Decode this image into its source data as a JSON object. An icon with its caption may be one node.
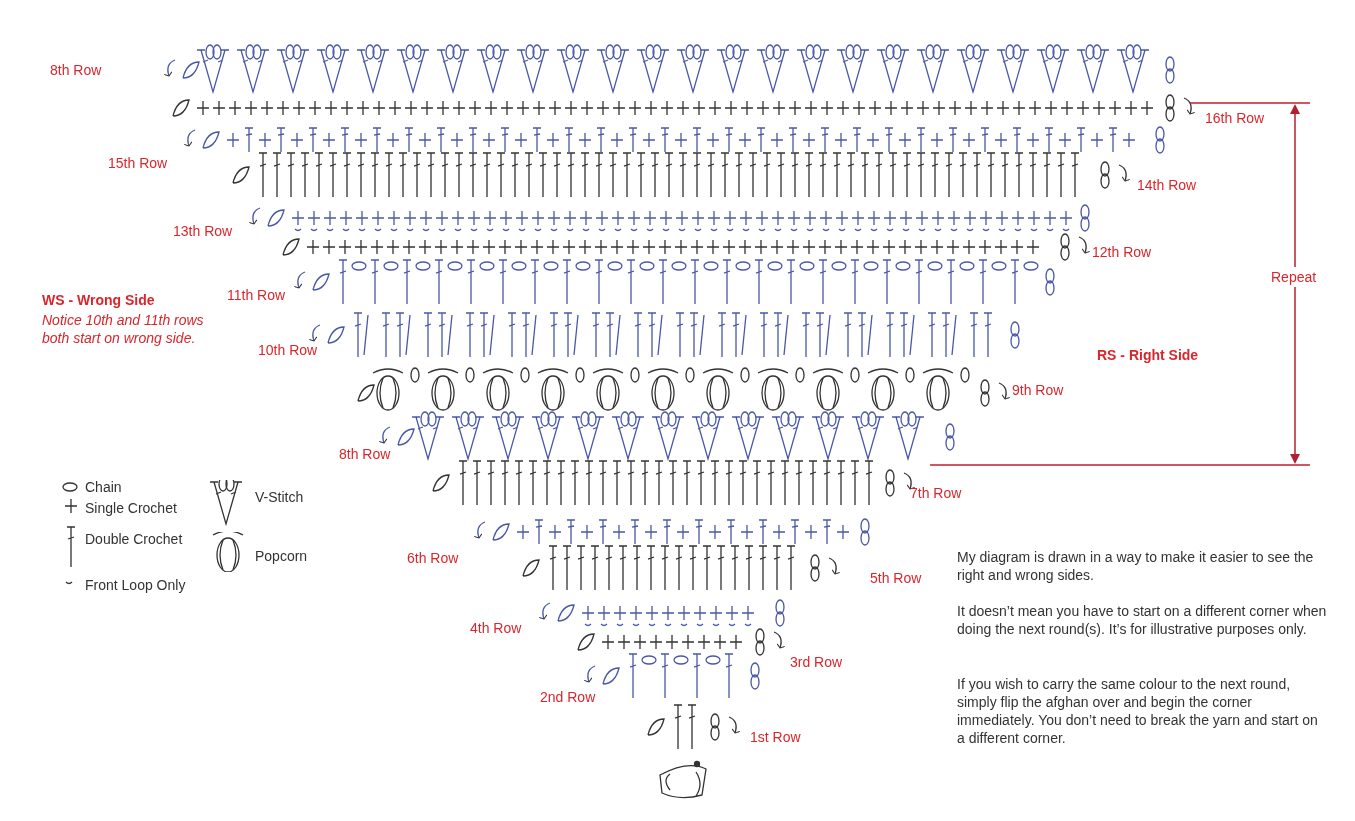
{
  "diagram": {
    "labels": [
      "8th Row",
      "16th Row",
      "15th Row",
      "14th Row",
      "13th Row",
      "12th Row",
      "Repeat",
      "11th Row",
      "WS - Wrong Side",
      "Notice 10th and 11th rows both start on wrong side.",
      "10th Row",
      "RS - Right Side",
      "9th Row",
      "8th Row",
      "7th Row",
      "6th Row",
      "5th Row",
      "4th Row",
      "3rd Row",
      "2nd Row",
      "1st Row",
      "My diagram is drawn in a way to make it easier to see the right and wrong sides.",
      "It doesn’t mean you have to start on a different corner when doing the next round(s). It’s for illustrative purposes only.",
      "If you wish to carry the same colour to the next round, simply flip the afghan over and begin the corner immediately. You don’t need to break the yarn and start on a different corner."
    ],
    "legend": [
      {
        "text": "Chain"
      },
      {
        "text": "Single Crochet"
      },
      {
        "text": "Double Crochet"
      },
      {
        "text": "Front Loop Only"
      },
      {
        "text": "V-Stitch"
      },
      {
        "text": "Popcorn"
      }
    ]
  }
}
